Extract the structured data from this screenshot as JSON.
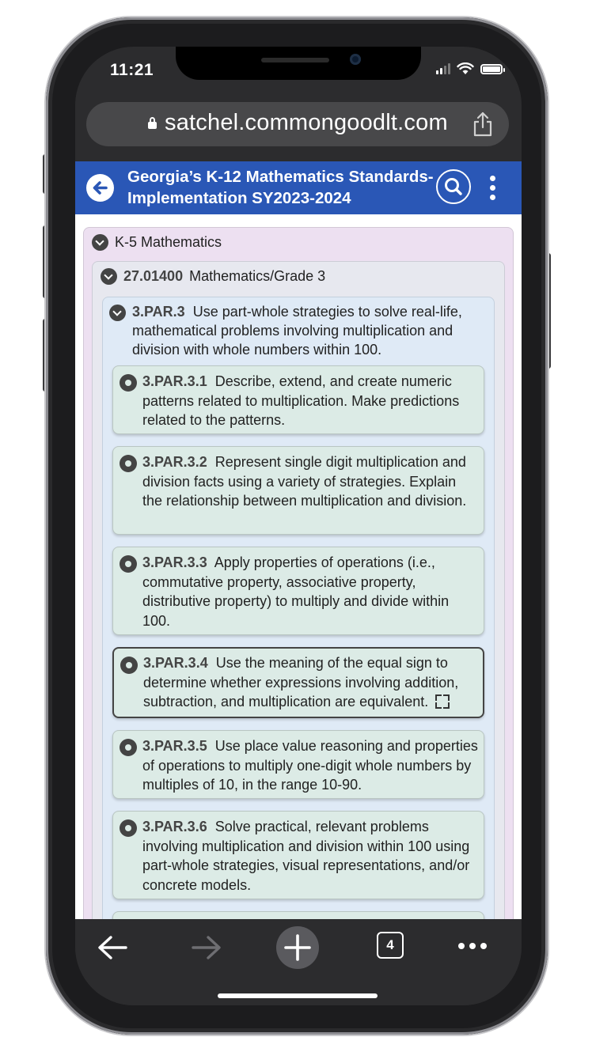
{
  "status_bar": {
    "time": "11:21"
  },
  "browser": {
    "url": "satchel.commongoodlt.com",
    "tab_count": "4"
  },
  "app_header": {
    "title": "Georgia’s K-12 Mathematics Standards-Implementation SY2023-2024"
  },
  "tree": {
    "level1": {
      "label": "K-5 Mathematics"
    },
    "level2": {
      "code": "27.01400",
      "label": "Mathematics/Grade 3"
    },
    "level3": {
      "code": "3.PAR.3",
      "label": "Use part-whole strategies to solve real-life, mathematical problems involving multiplication and division with whole numbers within 100."
    },
    "standards": [
      {
        "code": "3.PAR.3.1",
        "label": "Describe, extend, and create numeric patterns related to multiplication. Make predictions related to the patterns."
      },
      {
        "code": "3.PAR.3.2",
        "label": "Represent single digit multiplication and division facts using a variety of strategies. Explain the relationship between multiplication and division."
      },
      {
        "code": "3.PAR.3.3",
        "label": "Apply properties of operations (i.e., commutative property, associative property, distributive property) to multiply and divide within 100."
      },
      {
        "code": "3.PAR.3.4",
        "label": "Use the meaning of the equal sign to determine whether expressions involving addition, subtraction, and multiplication are equivalent.",
        "selected": true
      },
      {
        "code": "3.PAR.3.5",
        "label": "Use place value reasoning and properties of operations to multiply one-digit whole numbers by multiples of 10, in the range 10-90."
      },
      {
        "code": "3.PAR.3.6",
        "label": "Solve practical, relevant problems involving multiplication and division within 100 using part-whole strategies, visual representations, and/or concrete models."
      }
    ]
  },
  "colors": {
    "header_blue": "#2a57b6",
    "standard_bg": "#dcebe6",
    "level3_bg": "#dfeaf6",
    "level1_bg": "#ede0f1"
  },
  "icons": [
    "back-arrow-icon",
    "search-icon",
    "more-vertical-icon",
    "chevron-down-icon",
    "radio-bullet-icon",
    "expand-icon",
    "lock-icon",
    "share-icon",
    "toolbar-back-icon",
    "toolbar-forward-icon",
    "new-tab-plus-icon",
    "tabs-icon",
    "more-horizontal-icon"
  ]
}
